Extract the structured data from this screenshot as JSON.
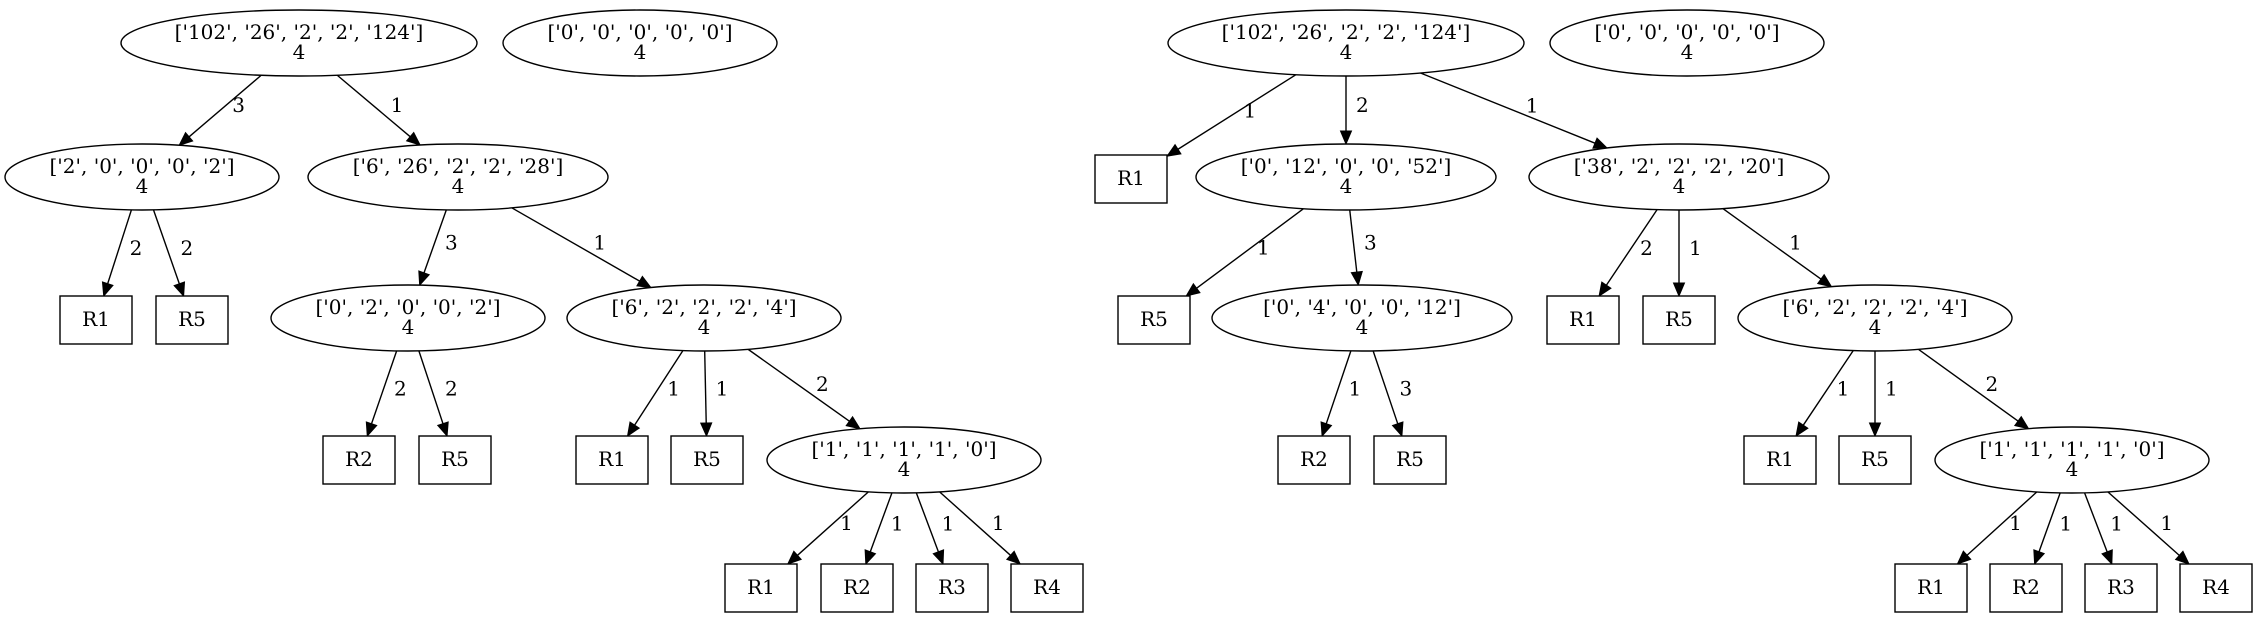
{
  "diagram": {
    "nodes": [
      {
        "id": "a0",
        "shape": "ellipse",
        "lines": [
          "['102', '26', '2', '2', '124']",
          "4"
        ]
      },
      {
        "id": "a1",
        "shape": "ellipse",
        "lines": [
          "['0', '0', '0', '0', '0']",
          "4"
        ]
      },
      {
        "id": "a2",
        "shape": "ellipse",
        "lines": [
          "['2', '0', '0', '0', '2']",
          "4"
        ]
      },
      {
        "id": "a3",
        "shape": "ellipse",
        "lines": [
          "['6', '26', '2', '2', '28']",
          "4"
        ]
      },
      {
        "id": "a4",
        "shape": "box",
        "lines": [
          "R1"
        ]
      },
      {
        "id": "a5",
        "shape": "box",
        "lines": [
          "R5"
        ]
      },
      {
        "id": "a6",
        "shape": "ellipse",
        "lines": [
          "['0', '2', '0', '0', '2']",
          "4"
        ]
      },
      {
        "id": "a7",
        "shape": "ellipse",
        "lines": [
          "['6', '2', '2', '2', '4']",
          "4"
        ]
      },
      {
        "id": "a8",
        "shape": "box",
        "lines": [
          "R2"
        ]
      },
      {
        "id": "a9",
        "shape": "box",
        "lines": [
          "R5"
        ]
      },
      {
        "id": "a10",
        "shape": "box",
        "lines": [
          "R1"
        ]
      },
      {
        "id": "a11",
        "shape": "box",
        "lines": [
          "R5"
        ]
      },
      {
        "id": "a12",
        "shape": "ellipse",
        "lines": [
          "['1', '1', '1', '1', '0']",
          "4"
        ]
      },
      {
        "id": "a13",
        "shape": "box",
        "lines": [
          "R1"
        ]
      },
      {
        "id": "a14",
        "shape": "box",
        "lines": [
          "R2"
        ]
      },
      {
        "id": "a15",
        "shape": "box",
        "lines": [
          "R3"
        ]
      },
      {
        "id": "a16",
        "shape": "box",
        "lines": [
          "R4"
        ]
      },
      {
        "id": "b0",
        "shape": "ellipse",
        "lines": [
          "['102', '26', '2', '2', '124']",
          "4"
        ]
      },
      {
        "id": "b1",
        "shape": "ellipse",
        "lines": [
          "['0', '0', '0', '0', '0']",
          "4"
        ]
      },
      {
        "id": "b2",
        "shape": "box",
        "lines": [
          "R1"
        ]
      },
      {
        "id": "b3",
        "shape": "ellipse",
        "lines": [
          "['0', '12', '0', '0', '52']",
          "4"
        ]
      },
      {
        "id": "b4",
        "shape": "ellipse",
        "lines": [
          "['38', '2', '2', '2', '20']",
          "4"
        ]
      },
      {
        "id": "b5",
        "shape": "box",
        "lines": [
          "R5"
        ]
      },
      {
        "id": "b6",
        "shape": "ellipse",
        "lines": [
          "['0', '4', '0', '0', '12']",
          "4"
        ]
      },
      {
        "id": "b7",
        "shape": "box",
        "lines": [
          "R2"
        ]
      },
      {
        "id": "b8",
        "shape": "box",
        "lines": [
          "R5"
        ]
      },
      {
        "id": "b9",
        "shape": "box",
        "lines": [
          "R1"
        ]
      },
      {
        "id": "b10",
        "shape": "box",
        "lines": [
          "R5"
        ]
      },
      {
        "id": "b11",
        "shape": "ellipse",
        "lines": [
          "['6', '2', '2', '2', '4']",
          "4"
        ]
      },
      {
        "id": "b12",
        "shape": "box",
        "lines": [
          "R1"
        ]
      },
      {
        "id": "b13",
        "shape": "box",
        "lines": [
          "R5"
        ]
      },
      {
        "id": "b14",
        "shape": "ellipse",
        "lines": [
          "['1', '1', '1', '1', '0']",
          "4"
        ]
      },
      {
        "id": "b15",
        "shape": "box",
        "lines": [
          "R1"
        ]
      },
      {
        "id": "b16",
        "shape": "box",
        "lines": [
          "R2"
        ]
      },
      {
        "id": "b17",
        "shape": "box",
        "lines": [
          "R3"
        ]
      },
      {
        "id": "b18",
        "shape": "box",
        "lines": [
          "R4"
        ]
      }
    ],
    "edges": [
      {
        "from": "a0",
        "to": "a2",
        "label": "3"
      },
      {
        "from": "a0",
        "to": "a3",
        "label": "1"
      },
      {
        "from": "a2",
        "to": "a4",
        "label": "2"
      },
      {
        "from": "a2",
        "to": "a5",
        "label": "2"
      },
      {
        "from": "a3",
        "to": "a6",
        "label": "3"
      },
      {
        "from": "a3",
        "to": "a7",
        "label": "1"
      },
      {
        "from": "a6",
        "to": "a8",
        "label": "2"
      },
      {
        "from": "a6",
        "to": "a9",
        "label": "2"
      },
      {
        "from": "a7",
        "to": "a10",
        "label": "1"
      },
      {
        "from": "a7",
        "to": "a11",
        "label": "1"
      },
      {
        "from": "a7",
        "to": "a12",
        "label": "2"
      },
      {
        "from": "a12",
        "to": "a13",
        "label": "1"
      },
      {
        "from": "a12",
        "to": "a14",
        "label": "1"
      },
      {
        "from": "a12",
        "to": "a15",
        "label": "1"
      },
      {
        "from": "a12",
        "to": "a16",
        "label": "1"
      },
      {
        "from": "b0",
        "to": "b2",
        "label": "1"
      },
      {
        "from": "b0",
        "to": "b3",
        "label": "2"
      },
      {
        "from": "b0",
        "to": "b4",
        "label": "1"
      },
      {
        "from": "b3",
        "to": "b5",
        "label": "1"
      },
      {
        "from": "b3",
        "to": "b6",
        "label": "3"
      },
      {
        "from": "b6",
        "to": "b7",
        "label": "1"
      },
      {
        "from": "b6",
        "to": "b8",
        "label": "3"
      },
      {
        "from": "b4",
        "to": "b9",
        "label": "2"
      },
      {
        "from": "b4",
        "to": "b10",
        "label": "1"
      },
      {
        "from": "b4",
        "to": "b11",
        "label": "1"
      },
      {
        "from": "b11",
        "to": "b12",
        "label": "1"
      },
      {
        "from": "b11",
        "to": "b13",
        "label": "1"
      },
      {
        "from": "b11",
        "to": "b14",
        "label": "2"
      },
      {
        "from": "b14",
        "to": "b15",
        "label": "1"
      },
      {
        "from": "b14",
        "to": "b16",
        "label": "1"
      },
      {
        "from": "b14",
        "to": "b17",
        "label": "1"
      },
      {
        "from": "b14",
        "to": "b18",
        "label": "1"
      }
    ]
  }
}
